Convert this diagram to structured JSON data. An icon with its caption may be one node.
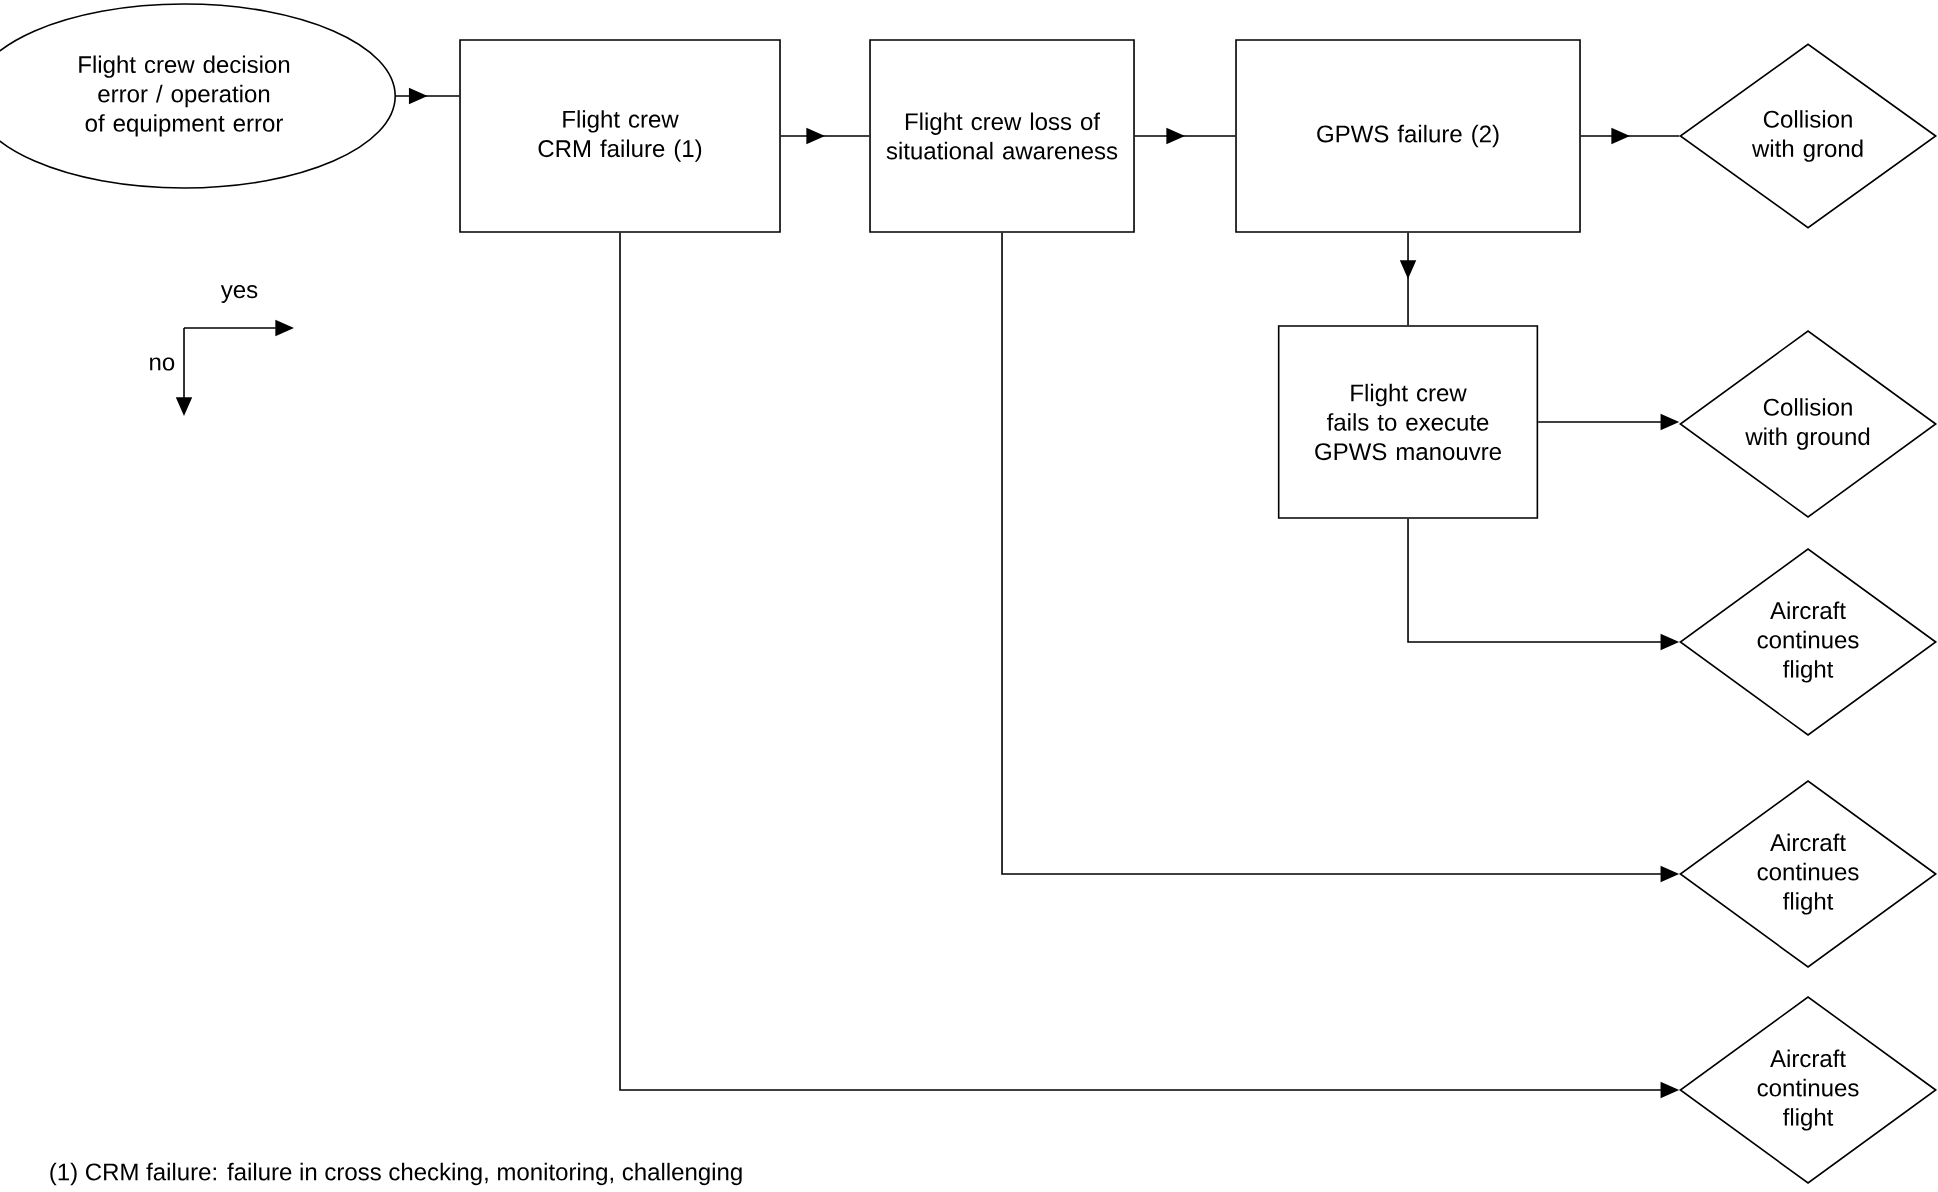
{
  "diagram": {
    "nodes": [
      {
        "text": [
          "Flight crew decision error / operation of equipment error"
        ]
      },
      {
        "text": [
          "Flight crew CRM failure (1)"
        ]
      },
      {
        "text": [
          "Flight crew loss of situational awareness"
        ]
      },
      {
        "text": [
          "GPWS failure (2)"
        ]
      },
      {
        "text": [
          "Collision with grond"
        ]
      },
      {
        "text": [
          "Flight crew fails to execute GPWS manouvre"
        ]
      },
      {
        "text": [
          "Collision with ground"
        ]
      },
      {
        "text": [
          "Aircraft continues flight"
        ]
      },
      {
        "text": [
          "Aircraft continues flight"
        ]
      },
      {
        "text": [
          "Aircraft continues flight"
        ]
      }
    ],
    "edges": [
      {
        "from": 0,
        "to": 1,
        "arrow": "to"
      },
      {
        "from": 1,
        "to": 2,
        "arrow": "to"
      },
      {
        "from": 2,
        "to": 3,
        "arrow": "to"
      },
      {
        "from": 3,
        "to": 4,
        "arrow": "to"
      },
      {
        "from": 3,
        "to": 5,
        "arrow": "to"
      },
      {
        "from": 5,
        "to": 6,
        "arrow": "to"
      },
      {
        "from": 5,
        "to": 7,
        "arrow": "to"
      },
      {
        "from": 2,
        "to": 8,
        "arrow": "to"
      },
      {
        "from": 1,
        "to": 9,
        "arrow": "to"
      }
    ],
    "labels": [
      "yes",
      "no",
      "(1) CRM failure: failure in cross checking, monitoring, challenging"
    ]
  }
}
